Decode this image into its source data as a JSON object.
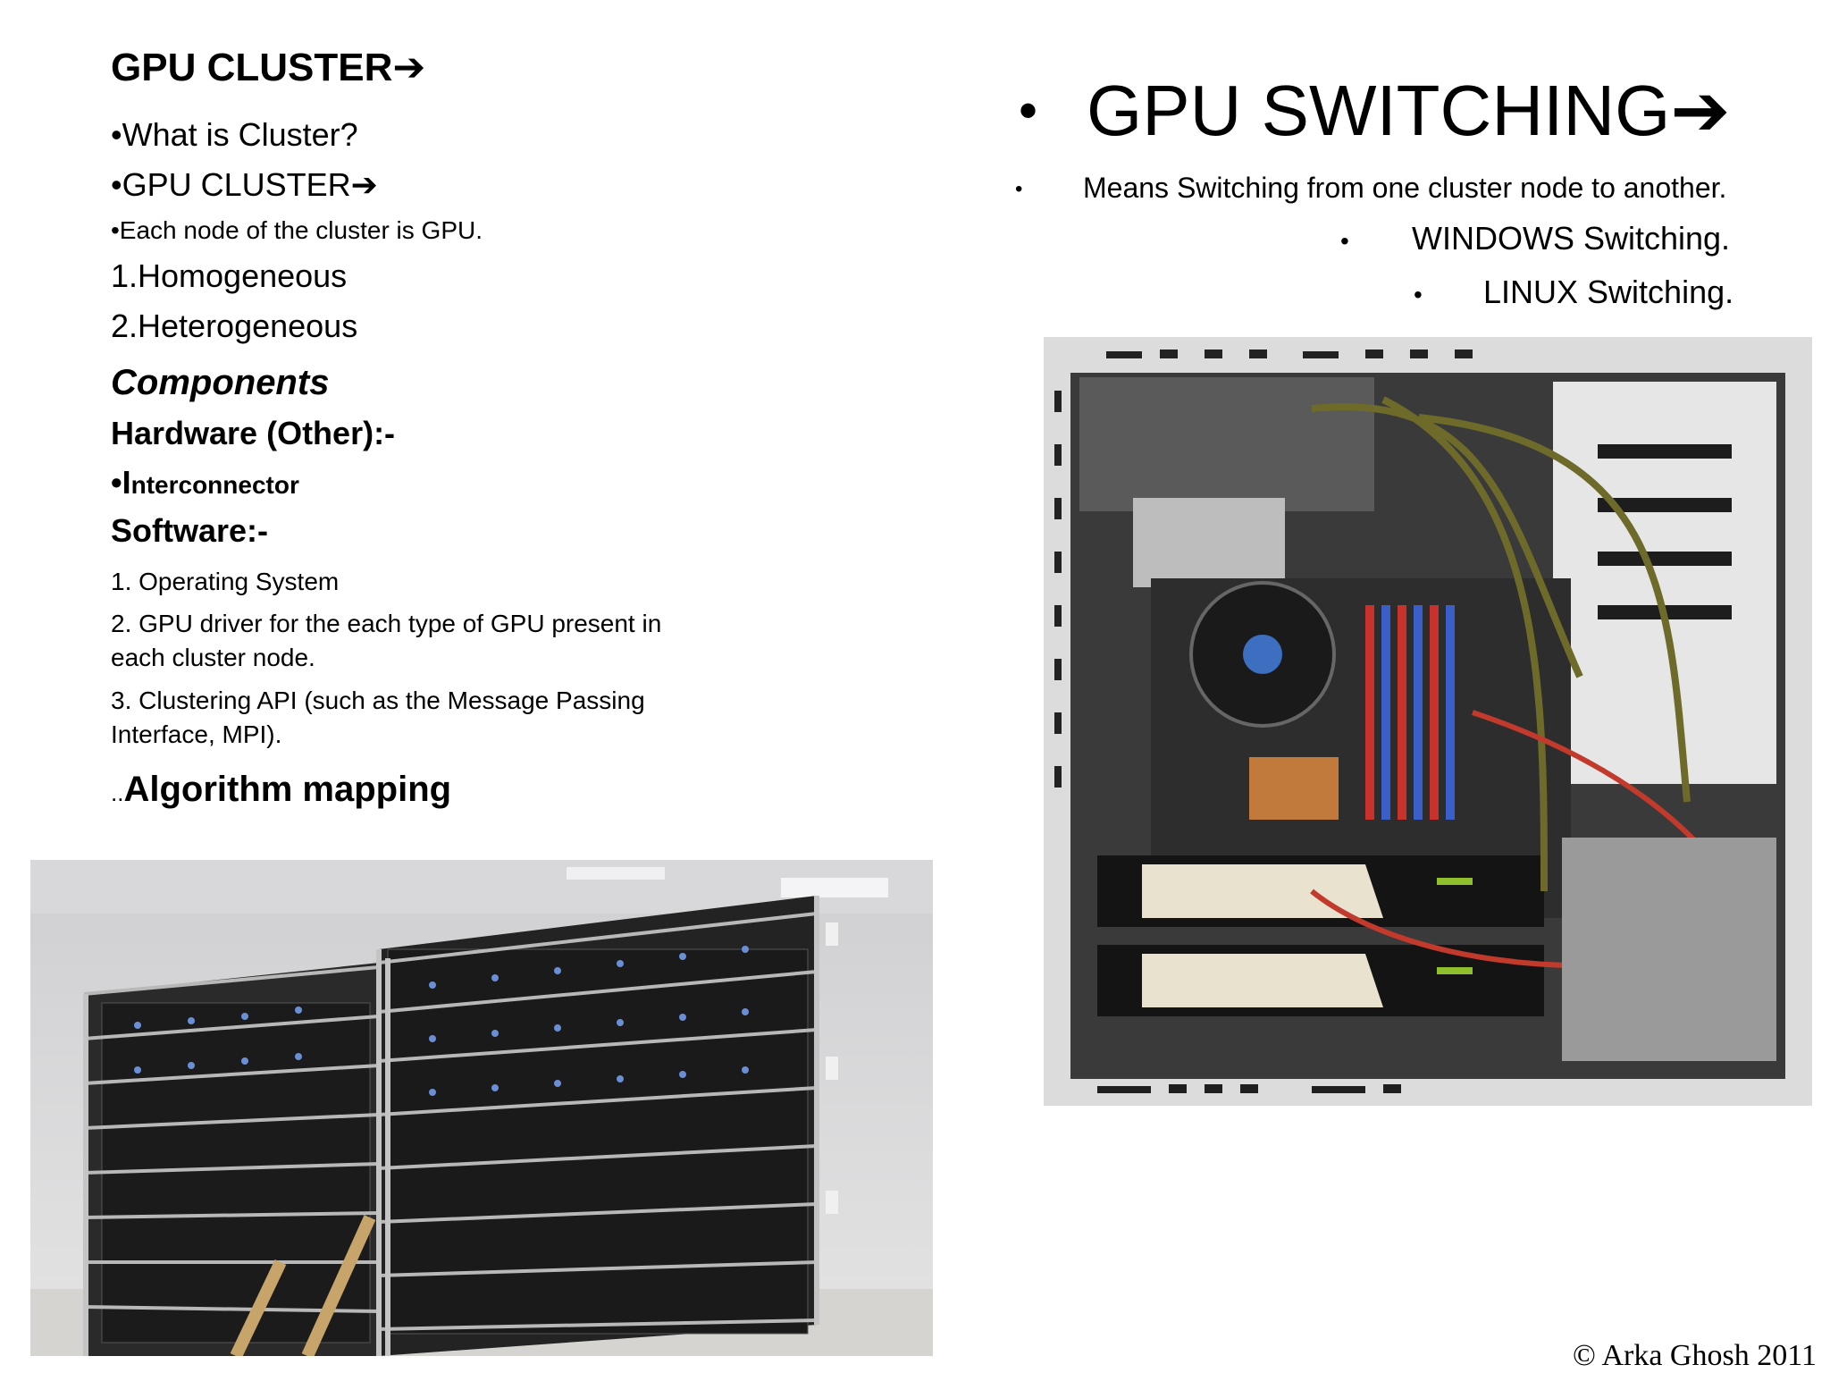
{
  "left": {
    "heading": "GPU CLUSTER",
    "arrow": "➔",
    "what_is": "•What is Cluster?",
    "gpu_cluster_sub": "•GPU CLUSTER",
    "each_node": "•Each node of the cluster is GPU.",
    "homogeneous": "1.Homogeneous",
    "heterogeneous": "2.Heterogeneous",
    "components": "Components",
    "hardware_other": "Hardware (Other):-",
    "interconnector_first": "•I",
    "interconnector_rest": "nterconnector",
    "software": "Software:-",
    "software_items": [
      "1. Operating System",
      "2. GPU driver for the each type of GPU present in each cluster node.",
      "3. Clustering API (such as the Message Passing Interface, MPI)."
    ],
    "algo_prefix": "..",
    "algorithm_mapping": "Algorithm mapping"
  },
  "right": {
    "title_bullet": "•",
    "title": "GPU SWITCHING",
    "arrow": "➔",
    "bullet": "•",
    "means": "Means Switching from one cluster node to another.",
    "windows": "WINDOWS Switching.",
    "linux": "LINUX Switching."
  },
  "footer": {
    "copyright": "© Arka Ghosh 2011"
  }
}
